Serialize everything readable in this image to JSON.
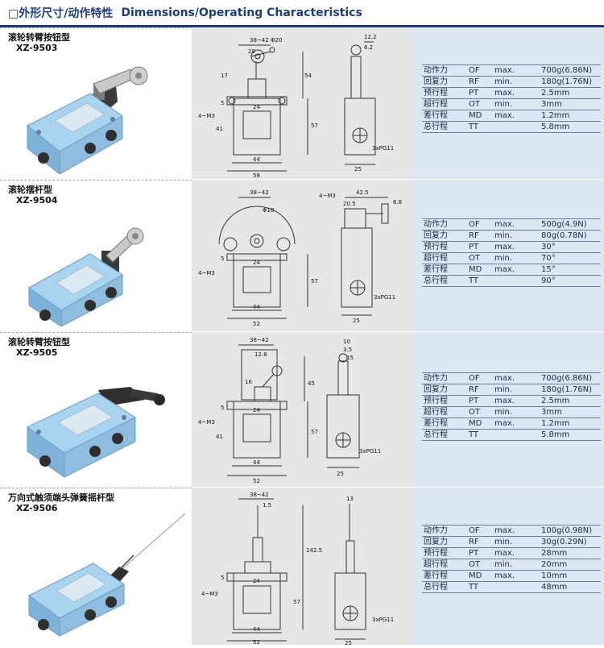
{
  "header": {
    "title_zh": "□外形尺寸/动作特性",
    "title_en": "Dimensions/Operating Characteristics"
  },
  "colors": {
    "accent": "#1d3d78",
    "spec_bg": "#dce7f3",
    "drawing_bg": "#e6e6e6",
    "device_body": "#8fbde0"
  },
  "products": [
    {
      "name": "滚轮转臂按钮型",
      "model": "XZ-9503",
      "drawing_labels": {
        "front": [
          "38~42",
          "20",
          "Φ20",
          "17",
          "54",
          "5",
          "24",
          "4~M3",
          "41",
          "57",
          "44",
          "58"
        ],
        "side": [
          "12.2",
          "6.2",
          "3xPG11",
          "25"
        ]
      },
      "specs": [
        {
          "name": "动作力",
          "code": "OF",
          "limit": "max.",
          "value": "700g(6.86N)"
        },
        {
          "name": "回复力",
          "code": "RF",
          "limit": "min.",
          "value": "180g(1.76N)"
        },
        {
          "name": "预行程",
          "code": "PT",
          "limit": "max.",
          "value": "2.5mm"
        },
        {
          "name": "超行程",
          "code": "OT",
          "limit": "min.",
          "value": "3mm"
        },
        {
          "name": "差行程",
          "code": "MD",
          "limit": "max.",
          "value": "1.2mm"
        },
        {
          "name": "总行程",
          "code": "TT",
          "limit": "",
          "value": "5.8mm"
        }
      ]
    },
    {
      "name": "滚轮摆杆型",
      "model": "XZ-9504",
      "drawing_labels": {
        "front": [
          "38~42",
          "Φ18",
          "5",
          "24",
          "4~M3",
          "57",
          "44",
          "52"
        ],
        "side": [
          "4~M3",
          "42.5",
          "20.5",
          "6.8",
          "3xPG11",
          "25"
        ]
      },
      "specs": [
        {
          "name": "动作力",
          "code": "OF",
          "limit": "max.",
          "value": "500g(4.9N)"
        },
        {
          "name": "回复力",
          "code": "RF",
          "limit": "min.",
          "value": "80g(0.78N)"
        },
        {
          "name": "预行程",
          "code": "PT",
          "limit": "max.",
          "value": "30°"
        },
        {
          "name": "超行程",
          "code": "OT",
          "limit": "min.",
          "value": "70°"
        },
        {
          "name": "差行程",
          "code": "MD",
          "limit": "max.",
          "value": "15°"
        },
        {
          "name": "总行程",
          "code": "TT",
          "limit": "",
          "value": "90°"
        }
      ]
    },
    {
      "name": "滚轮转臂按钮型",
      "model": "XZ-9505",
      "drawing_labels": {
        "front": [
          "38~42",
          "12.8",
          "16",
          "45",
          "5",
          "24",
          "4~M3",
          "41",
          "57",
          "44",
          "52"
        ],
        "side": [
          "10",
          "3.5",
          "15",
          "3xPG11",
          "25"
        ]
      },
      "specs": [
        {
          "name": "动作力",
          "code": "OF",
          "limit": "max.",
          "value": "700g(6.86N)"
        },
        {
          "name": "回复力",
          "code": "RF",
          "limit": "min.",
          "value": "180g(1.76N)"
        },
        {
          "name": "预行程",
          "code": "PT",
          "limit": "max.",
          "value": "2.5mm"
        },
        {
          "name": "超行程",
          "code": "OT",
          "limit": "min.",
          "value": "3mm"
        },
        {
          "name": "差行程",
          "code": "MD",
          "limit": "max.",
          "value": "1.2mm"
        },
        {
          "name": "总行程",
          "code": "TT",
          "limit": "",
          "value": "5.8mm"
        }
      ]
    },
    {
      "name": "万向式触须端头弹簧摇杆型",
      "model": "XZ-9506",
      "drawing_labels": {
        "front": [
          "38~42",
          "1.5",
          "142.5",
          "24",
          "4~M3",
          "5",
          "57",
          "44",
          "52"
        ],
        "side": [
          "13",
          "3xPG11",
          "25"
        ]
      },
      "specs": [
        {
          "name": "动作力",
          "code": "OF",
          "limit": "max.",
          "value": "100g(0.98N)"
        },
        {
          "name": "回复力",
          "code": "RF",
          "limit": "min.",
          "value": "30g(0.29N)"
        },
        {
          "name": "预行程",
          "code": "PT",
          "limit": "max.",
          "value": "28mm"
        },
        {
          "name": "超行程",
          "code": "OT",
          "limit": "min.",
          "value": "20mm"
        },
        {
          "name": "差行程",
          "code": "MD",
          "limit": "max.",
          "value": "10mm"
        },
        {
          "name": "总行程",
          "code": "TT",
          "limit": "",
          "value": "48mm"
        }
      ]
    }
  ]
}
